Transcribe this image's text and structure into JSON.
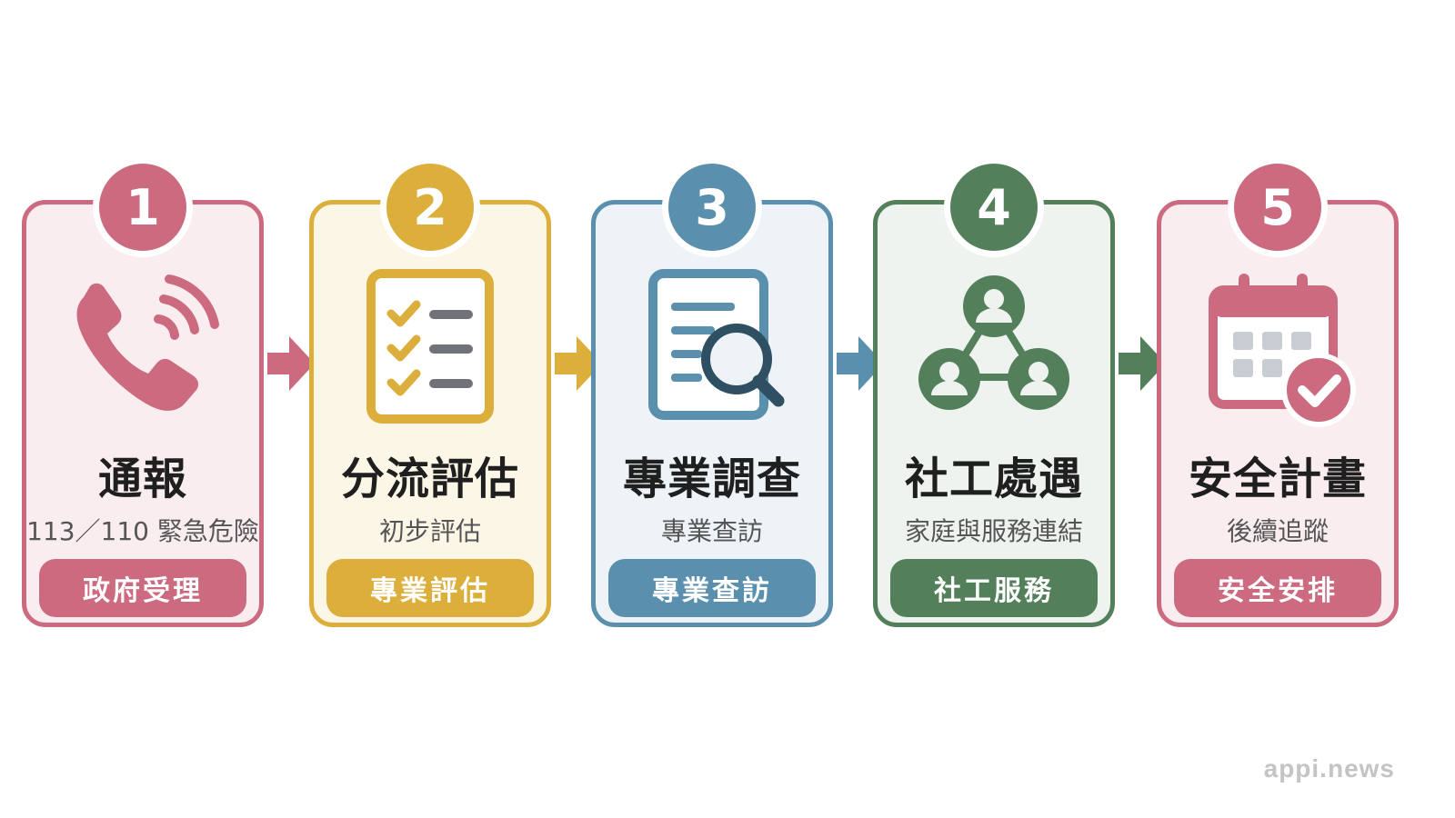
{
  "steps": [
    {
      "number": "1",
      "title": "通報",
      "subtitle": "113／110 緊急危險",
      "tag": "政府受理",
      "color": "#cc6a80",
      "bg": "#faedf0",
      "icon": "phone-icon"
    },
    {
      "number": "2",
      "title": "分流評估",
      "subtitle": "初步評估",
      "tag": "專業評估",
      "color": "#dcae3c",
      "bg": "#fcf6e6",
      "icon": "checklist-icon"
    },
    {
      "number": "3",
      "title": "專業調查",
      "subtitle": "專業查訪",
      "tag": "專業查訪",
      "color": "#5b8fae",
      "bg": "#edf3f7",
      "icon": "document-search-icon"
    },
    {
      "number": "4",
      "title": "社工處遇",
      "subtitle": "家庭與服務連結",
      "tag": "社工服務",
      "color": "#53805a",
      "bg": "#eff3ef",
      "icon": "people-network-icon"
    },
    {
      "number": "5",
      "title": "安全計畫",
      "subtitle": "後續追蹤",
      "tag": "安全安排",
      "color": "#cc6a80",
      "bg": "#faedf0",
      "icon": "calendar-check-icon"
    }
  ],
  "watermark": "appi.news"
}
